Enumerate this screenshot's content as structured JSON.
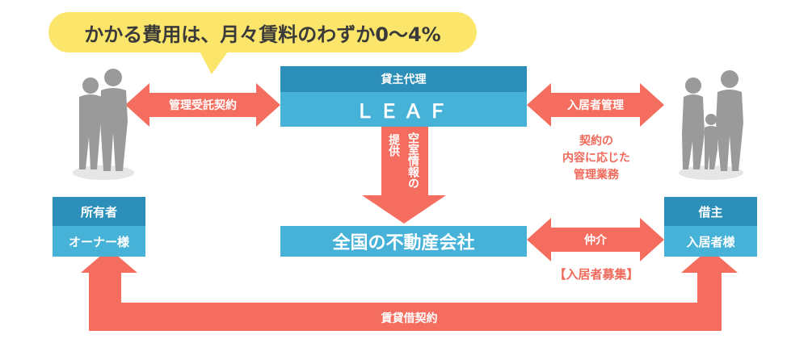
{
  "callout": {
    "text": "かかる費用は、月々賃料のわずか0〜4%"
  },
  "owner": {
    "header": "所有者",
    "label": "オーナー様"
  },
  "agent": {
    "header": "貸主代理",
    "label": "ＬＥＡＦ"
  },
  "company": {
    "label": "全国の不動産会社"
  },
  "tenant": {
    "header": "借主",
    "label": "入居者様"
  },
  "arrows": {
    "management_contract": "管理受託契約",
    "tenant_management": "入居者管理",
    "vacancy_info_left": "提供",
    "vacancy_info_right": "空室情報の",
    "brokerage": "仲介",
    "lease_contract": "賃貸借契約"
  },
  "notes": {
    "management_duties_1": "契約の",
    "management_duties_2": "内容に応じた",
    "management_duties_3": "管理業務",
    "recruitment": "【入居者募集】"
  },
  "colors": {
    "arrow": "#f56d5e",
    "callout": "#fbe56b",
    "header_blue": "#2c8fb9",
    "body_blue": "#46b2d8",
    "silhouette": "#9a9a9a"
  },
  "icons": {
    "owner": "couple-silhouette-icon",
    "tenant": "family-silhouette-icon"
  }
}
